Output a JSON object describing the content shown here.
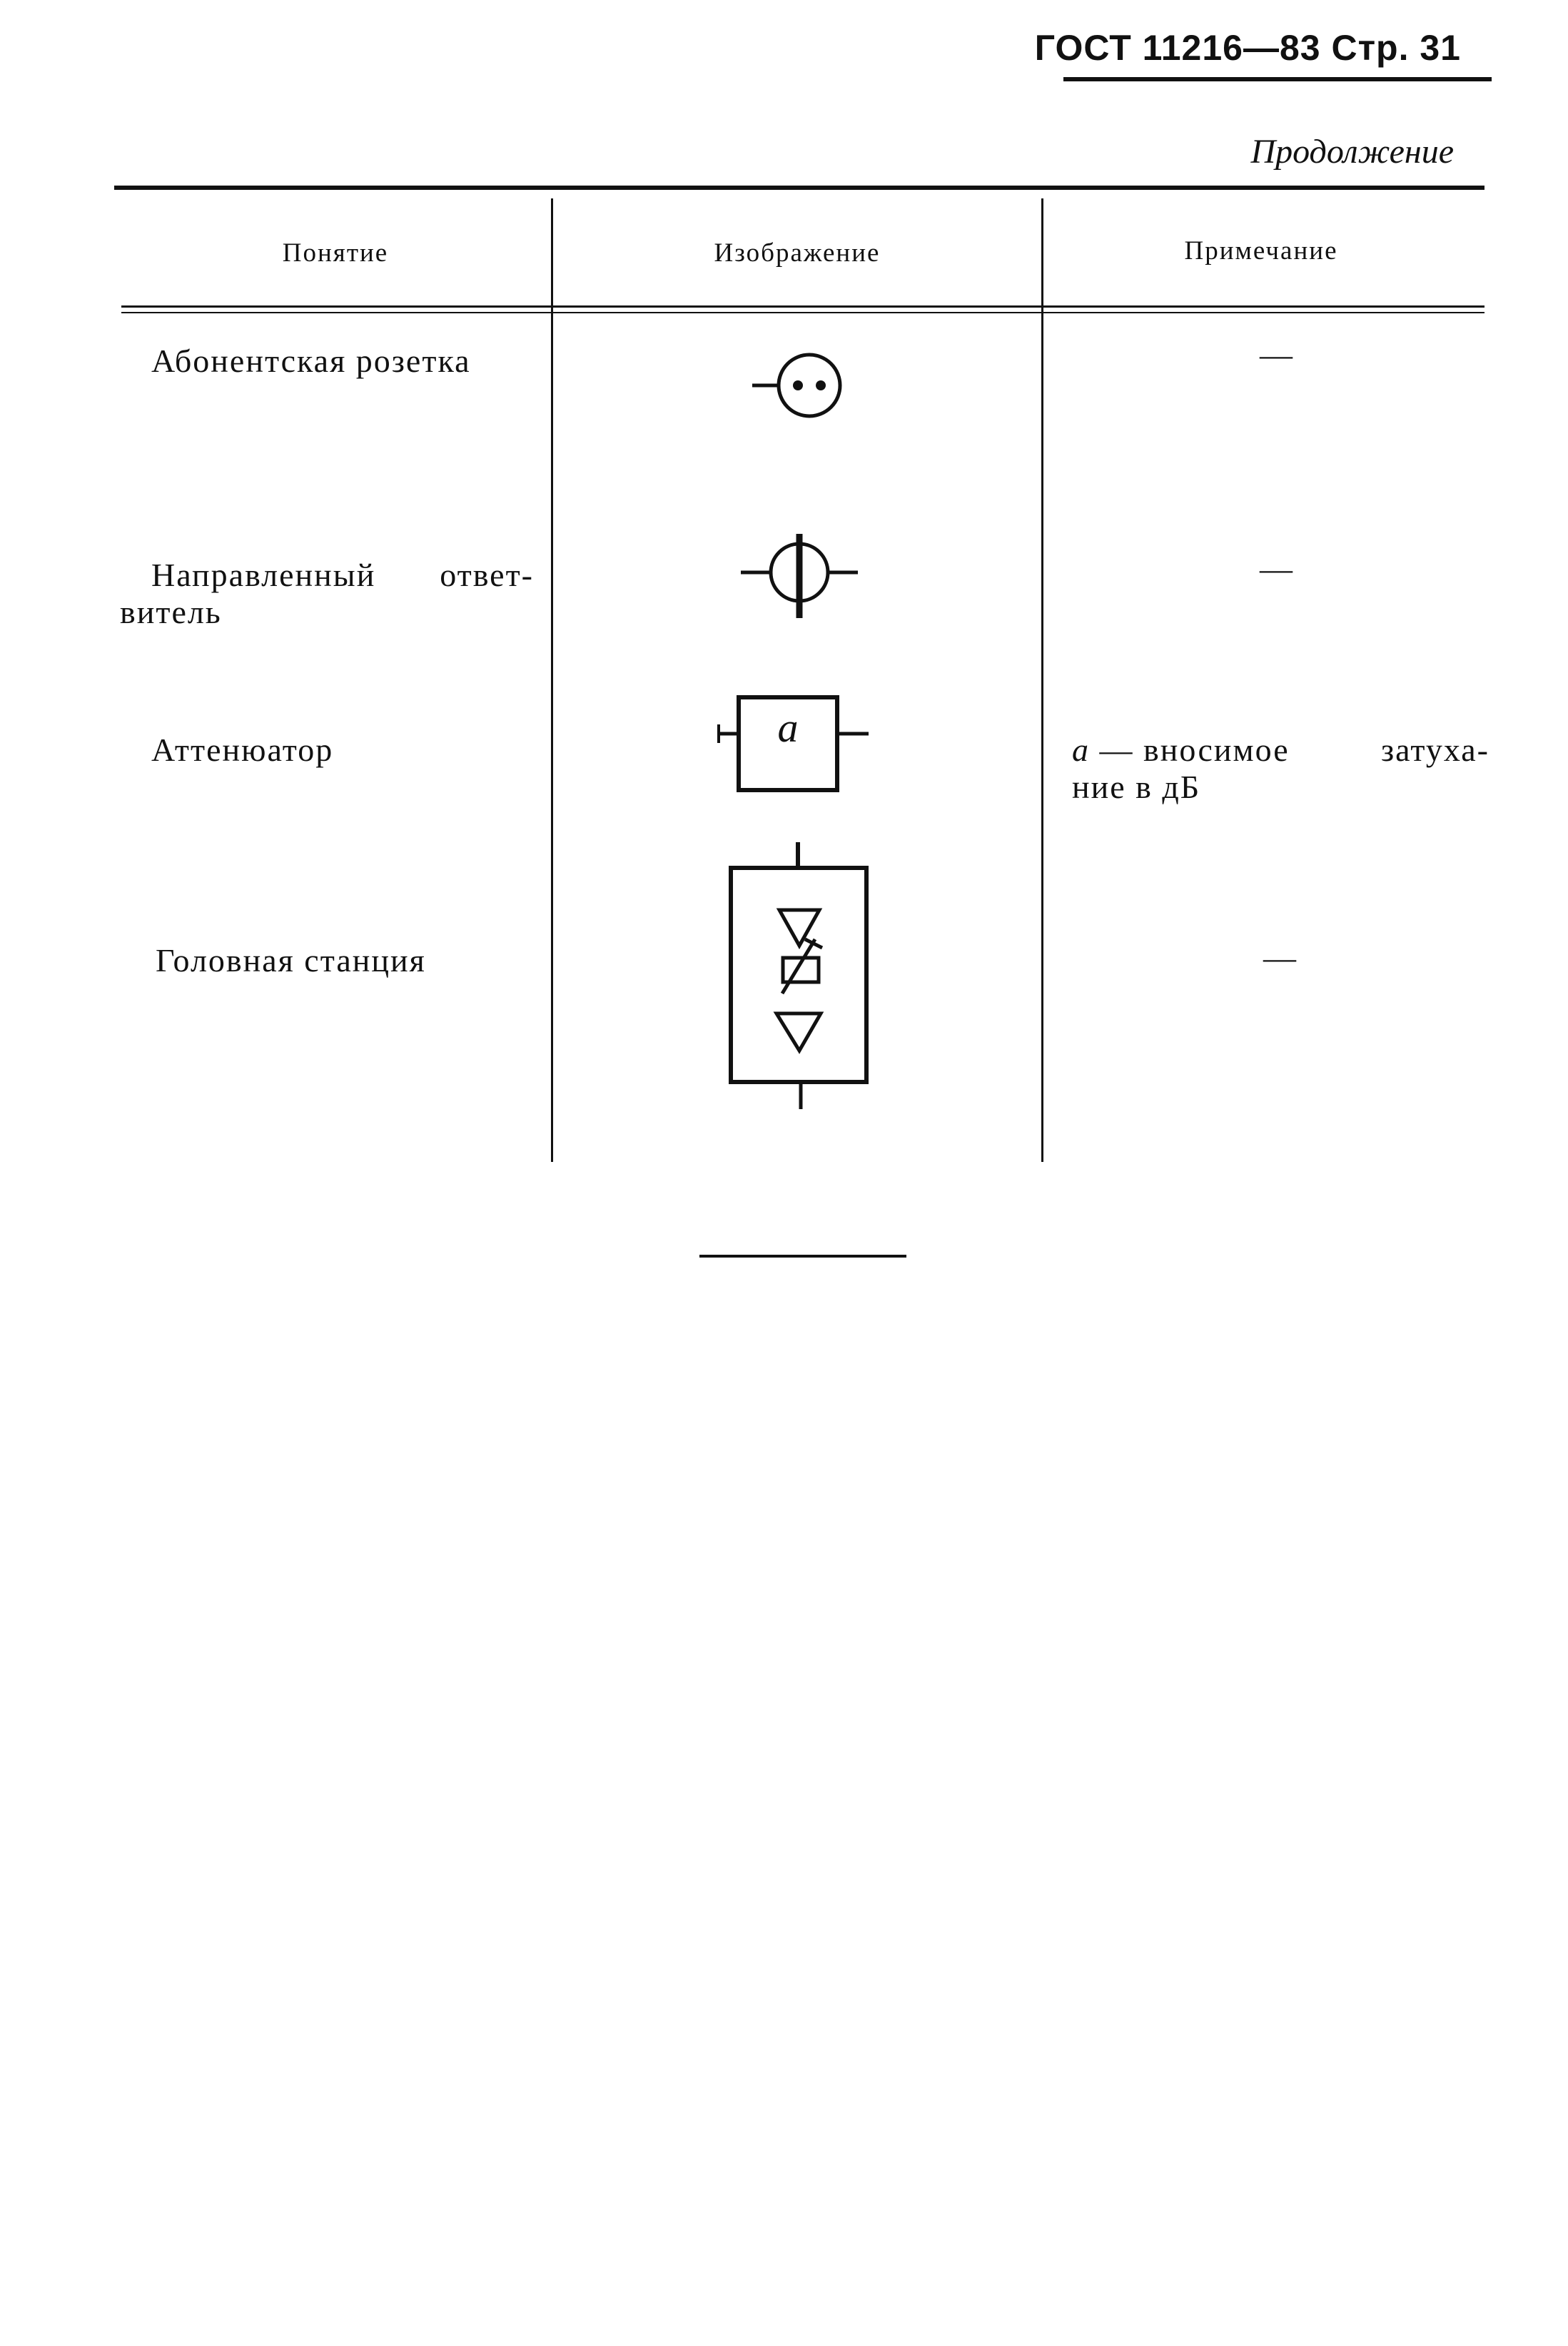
{
  "page": {
    "header": "ГОСТ 11216—83 Стр. 31",
    "continuation": "Продолжение"
  },
  "table": {
    "columns": [
      "Понятие",
      "Изображение",
      "Примечание"
    ],
    "rows": [
      {
        "term": "Абонентская розетка",
        "symbol": "subscriber-outlet-symbol",
        "note": "—"
      },
      {
        "term_line1_left": "Направленный",
        "term_line1_right": "ответ-",
        "term_line2": "витель",
        "symbol": "directional-coupler-symbol",
        "note": "—"
      },
      {
        "term": "Аттенюатор",
        "symbol": "attenuator-symbol",
        "symbol_label": "a",
        "note_italic": "a",
        "note_line1": " — вносимое",
        "note_line1_right": "затуха-",
        "note_line2": "ние в дБ"
      },
      {
        "term": "Головная станция",
        "symbol": "head-end-station-symbol",
        "note": "—"
      }
    ]
  }
}
